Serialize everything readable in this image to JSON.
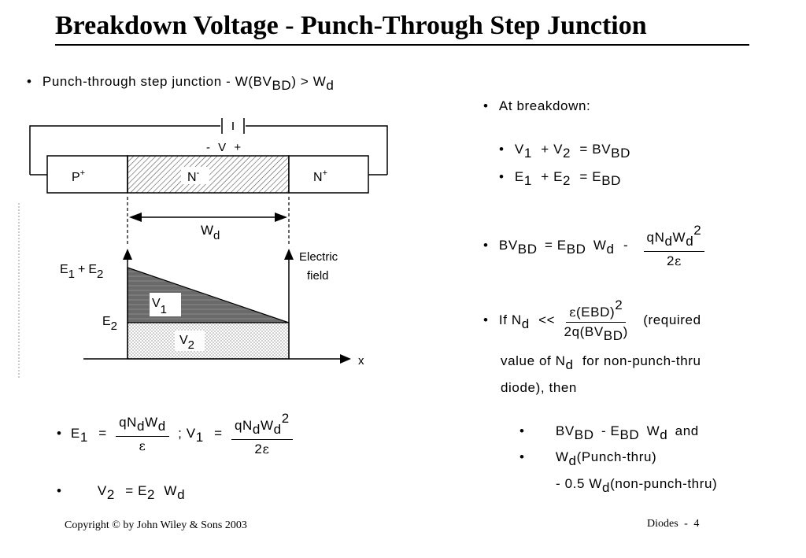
{
  "title": "Breakdown Voltage - Punch-Through Step Junction",
  "intro": {
    "bullet": "•",
    "text": "Punch-through step junction - W(BV",
    "sub": "BD",
    "mid": ") > W",
    "sub2": "d"
  },
  "diagram": {
    "battery_polarity": "- V +",
    "battery_mark": "|",
    "p_plus": "P",
    "plus_sup": "+",
    "n_minus": "N",
    "minus_sup": "-",
    "n_plus": "N",
    "wd_label": "W",
    "wd_sub": "d",
    "e_sum_a": "E",
    "e_sum_a_sub": "1",
    "e_sum_plus": "+",
    "e_sum_b": "E",
    "e_sum_b_sub": "2",
    "e2_label": "E",
    "e2_sub": "2",
    "v1_label": "V",
    "v1_sub": "1",
    "v2_label": "V",
    "v2_sub": "2",
    "electric": "Electric",
    "field": "field",
    "x_axis": "x"
  },
  "left_eq": {
    "bullet": "•",
    "e1": "E",
    "e1_sub": "1",
    "eq": "=",
    "frac1_num_a": "qN",
    "frac1_num_sub1": "d",
    "frac1_num_b": "W",
    "frac1_num_sub2": "d",
    "frac1_den": "ε",
    "sep": "; V",
    "v1_sub": "1",
    "eq2": "=",
    "frac2_num_a": "qN",
    "frac2_num_sub1": "d",
    "frac2_num_b": "W",
    "frac2_num_sub2": "d",
    "frac2_num_sup": "2",
    "frac2_den_a": "2",
    "frac2_den_b": "ε",
    "v2_bullet": "•",
    "v2": "V",
    "v2_sub": "2",
    "v2_eq": "= E",
    "v2_e_sub": "2",
    "v2_w": "W",
    "v2_w_sub": "d"
  },
  "right": {
    "bullet": "•",
    "at_breakdown": "At breakdown:",
    "v_sum_a": "V",
    "v_sum_a_sub": "1",
    "v_sum_plus": "+ V",
    "v_sum_b_sub": "2",
    "v_sum_eq": "= BV",
    "v_sum_eq_sub": "BD",
    "e_sum_a": "E",
    "e_sum_a_sub": "1",
    "e_sum_plus": "+ E",
    "e_sum_b_sub": "2",
    "e_sum_eq": "= E",
    "e_sum_eq_sub": "BD",
    "bv_a": "BV",
    "bv_a_sub": "BD",
    "bv_eq": "= E",
    "bv_eq_sub": "BD",
    "bv_w": "W",
    "bv_w_sub": "d",
    "bv_minus": "-",
    "bv_num_a": "qN",
    "bv_num_sub1": "d",
    "bv_num_b": "W",
    "bv_num_sub2": "d",
    "bv_num_sup": "2",
    "bv_den_a": "2",
    "bv_den_b": "ε",
    "if_a": "If N",
    "if_sub": "d",
    "if_lt": "<<",
    "if_num_a": "ε",
    "if_num_b": "(EBD)",
    "if_num_sup": "2",
    "if_den_a": "2q(BV",
    "if_den_sub": "BD",
    "if_den_b": ")",
    "required": "(required",
    "value_of": "value of N",
    "value_sub": "d",
    "value_rest": "for non-punch-thru",
    "diode_then": "diode), then",
    "sub_bullet": "•",
    "r1_a": "BV",
    "r1_a_sub": "BD",
    "r1_b": "- E",
    "r1_b_sub": "BD",
    "r1_c": "W",
    "r1_c_sub": "d",
    "r1_and": "and",
    "r2_a": "W",
    "r2_a_sub": "d",
    "r2_b": "(Punch-thru)",
    "r3_a": "- 0.5 W",
    "r3_a_sub": "d",
    "r3_b": "(non-punch-thru)"
  },
  "footer": {
    "copyright": "Copyright © by John Wiley & Sons 2003",
    "page": "Diodes - 4"
  }
}
